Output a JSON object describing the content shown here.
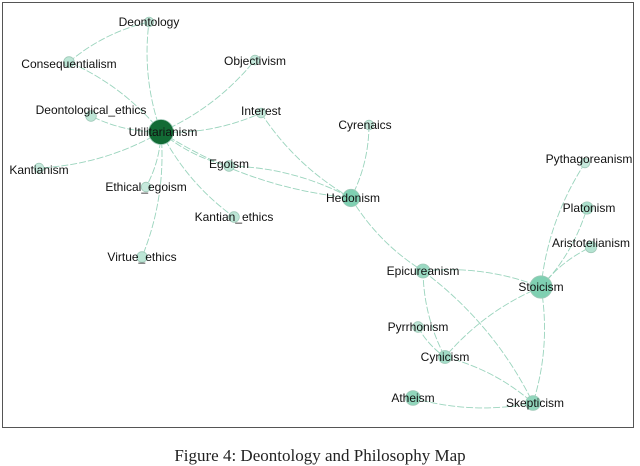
{
  "caption": "Figure 4: Deontology and Philosophy Map",
  "colors": {
    "edge": "#8fcfb6",
    "node_dark": "#126b35",
    "node_mid": "#7fd0b2",
    "node_light": "#d8efe6"
  },
  "nodes": [
    {
      "id": "Deontology",
      "label": "Deontology",
      "weight": 0.1
    },
    {
      "id": "Consequentialism",
      "label": "Consequentialism",
      "weight": 0.15
    },
    {
      "id": "Objectivism",
      "label": "Objectivism",
      "weight": 0.1
    },
    {
      "id": "Deontological_ethics",
      "label": "Deontological_ethics",
      "weight": 0.15
    },
    {
      "id": "Interest",
      "label": "Interest",
      "weight": 0.1
    },
    {
      "id": "Utilitarianism",
      "label": "Utilitarianism",
      "weight": 1.0
    },
    {
      "id": "Cyrenaics",
      "label": "Cyrenaics",
      "weight": 0.1
    },
    {
      "id": "Kantianism",
      "label": "Kantianism",
      "weight": 0.1
    },
    {
      "id": "Egoism",
      "label": "Egoism",
      "weight": 0.15
    },
    {
      "id": "Ethical_egoism",
      "label": "Ethical_egoism",
      "weight": 0.1
    },
    {
      "id": "Hedonism",
      "label": "Hedonism",
      "weight": 0.55
    },
    {
      "id": "Kantian_ethics",
      "label": "Kantian_ethics",
      "weight": 0.15
    },
    {
      "id": "Pythagoreanism",
      "label": "Pythagoreanism",
      "weight": 0.1
    },
    {
      "id": "Platonism",
      "label": "Platonism",
      "weight": 0.25
    },
    {
      "id": "Virtue_ethics",
      "label": "Virtue_ethics",
      "weight": 0.15
    },
    {
      "id": "Aristotelianism",
      "label": "Aristotelianism",
      "weight": 0.2
    },
    {
      "id": "Epicureanism",
      "label": "Epicureanism",
      "weight": 0.35
    },
    {
      "id": "Stoicism",
      "label": "Stoicism",
      "weight": 0.85
    },
    {
      "id": "Pyrrhonism",
      "label": "Pyrrhonism",
      "weight": 0.15
    },
    {
      "id": "Cynicism",
      "label": "Cynicism",
      "weight": 0.3
    },
    {
      "id": "Atheism",
      "label": "Atheism",
      "weight": 0.4
    },
    {
      "id": "Skepticism",
      "label": "Skepticism",
      "weight": 0.4
    }
  ],
  "edges": [
    [
      "Utilitarianism",
      "Deontology"
    ],
    [
      "Utilitarianism",
      "Consequentialism"
    ],
    [
      "Consequentialism",
      "Deontology"
    ],
    [
      "Utilitarianism",
      "Objectivism"
    ],
    [
      "Utilitarianism",
      "Deontological_ethics"
    ],
    [
      "Utilitarianism",
      "Interest"
    ],
    [
      "Utilitarianism",
      "Kantianism"
    ],
    [
      "Utilitarianism",
      "Egoism"
    ],
    [
      "Utilitarianism",
      "Ethical_egoism"
    ],
    [
      "Utilitarianism",
      "Kantian_ethics"
    ],
    [
      "Utilitarianism",
      "Virtue_ethics"
    ],
    [
      "Utilitarianism",
      "Hedonism"
    ],
    [
      "Egoism",
      "Hedonism"
    ],
    [
      "Interest",
      "Hedonism"
    ],
    [
      "Cyrenaics",
      "Hedonism"
    ],
    [
      "Hedonism",
      "Epicureanism"
    ],
    [
      "Epicureanism",
      "Stoicism"
    ],
    [
      "Epicureanism",
      "Cynicism"
    ],
    [
      "Stoicism",
      "Aristotelianism"
    ],
    [
      "Stoicism",
      "Platonism"
    ],
    [
      "Stoicism",
      "Pythagoreanism"
    ],
    [
      "Stoicism",
      "Cynicism"
    ],
    [
      "Stoicism",
      "Skepticism"
    ],
    [
      "Pyrrhonism",
      "Cynicism"
    ],
    [
      "Cynicism",
      "Skepticism"
    ],
    [
      "Atheism",
      "Skepticism"
    ],
    [
      "Epicureanism",
      "Skepticism"
    ]
  ]
}
